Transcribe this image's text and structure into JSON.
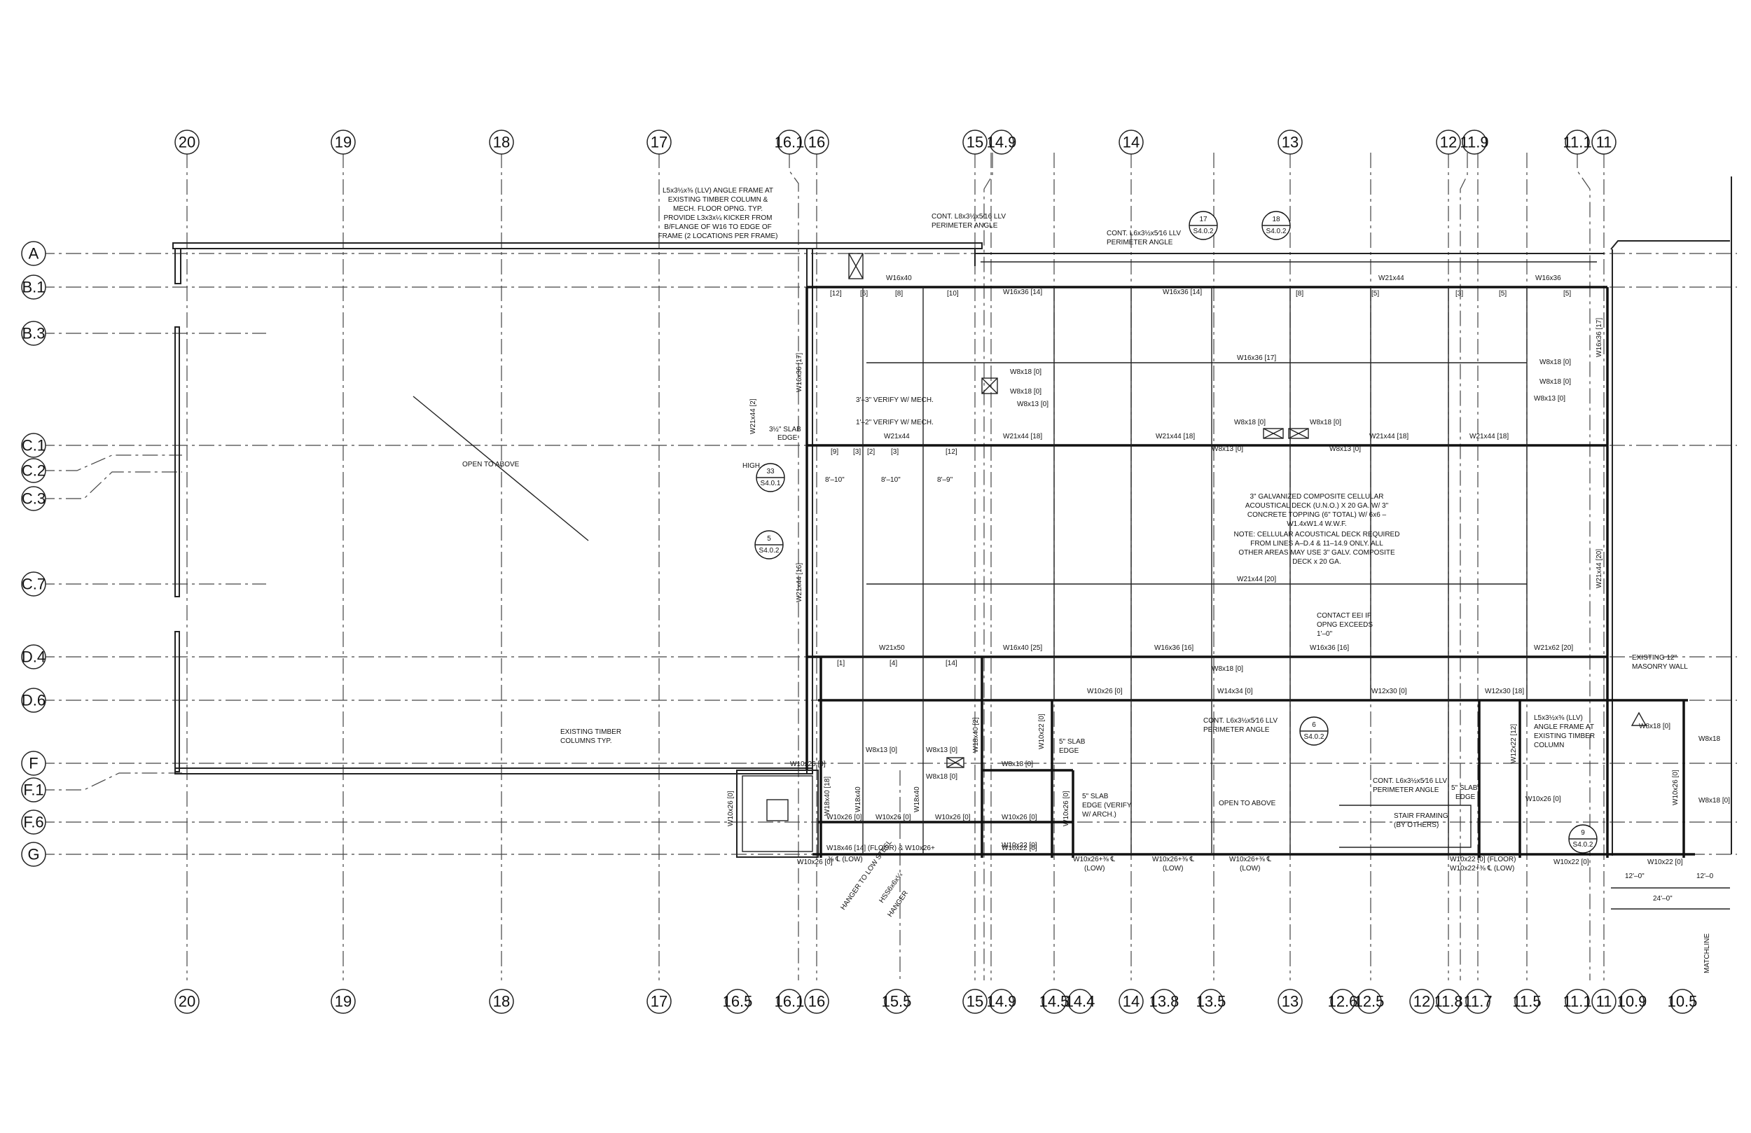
{
  "grid_top": [
    "20",
    "19",
    "18",
    "17",
    "16.1",
    "16",
    "15",
    "14.9",
    "14",
    "13",
    "12",
    "11.9",
    "11.1",
    "11"
  ],
  "grid_bottom": [
    "20",
    "19",
    "18",
    "17",
    "16.5",
    "16.1",
    "16",
    "15.5",
    "15",
    "14.9",
    "14.5",
    "14.4",
    "14",
    "13.8",
    "13.5",
    "13",
    "12.6",
    "12.5",
    "12",
    "11.8",
    "11.7",
    "11.5",
    "11.1",
    "11",
    "10.9",
    "10.5"
  ],
  "grid_rows": [
    "A",
    "B.1",
    "B.3",
    "C.1",
    "C.2",
    "C.3",
    "C.7",
    "D.4",
    "D.6",
    "F",
    "F.1",
    "F.6",
    "G"
  ],
  "notes": {
    "angle_frame": [
      "L5x3½x⅜ (LLV) ANGLE FRAME AT",
      "EXISTING TIMBER COLUMN &",
      "MECH. FLOOR OPNG. TYP.",
      "PROVIDE L3x3x¼ KICKER FROM",
      "B/FLANGE OF W16 TO EDGE OF",
      "FRAME (2 LOCATIONS PER FRAME)"
    ],
    "cont_angle_1": [
      "CONT. L8x3½x5⁄16 LLV",
      "PERIMETER ANGLE"
    ],
    "cont_angle_2": [
      "CONT. L6x3½x5⁄16 LLV",
      "PERIMETER ANGLE"
    ],
    "open_to_above": "OPEN TO ABOVE",
    "open_to_above_2": "OPEN TO ABOVE",
    "existing_timber": [
      "EXISTING TIMBER",
      "COLUMNS TYP."
    ],
    "deck_note": [
      "3\" GALVANIZED COMPOSITE CELLULAR",
      "ACOUSTICAL DECK (U.N.O.) X 20 GA. W/ 3\"",
      "CONCRETE TOPPING (6\" TOTAL) W/ 6x6 –",
      "W1.4xW1.4 W.W.F.",
      "NOTE: CELLULAR ACOUSTICAL DECK REQUIRED",
      "FROM LINES A–D.4 & 11–14.9 ONLY. ALL",
      "OTHER AREAS MAY USE 3\" GALV. COMPOSITE",
      "DECK x 20 GA."
    ],
    "contact_eei": [
      "CONTACT EEI IF",
      "OPNG EXCEEDS",
      "1'–0\""
    ],
    "cont_angle_3": [
      "CONT. L6x3½x5⁄16 LLV",
      "PERIMETER ANGLE"
    ],
    "cont_angle_4": [
      "CONT. L6x3½x5⁄16 LLV",
      "PERIMETER ANGLE"
    ],
    "stair_framing": [
      "STAIR FRAMING",
      "(BY OTHERS)"
    ],
    "existing_masonry": [
      "EXISTING 12\"",
      "MASONRY WALL"
    ],
    "angle_frame_2": [
      "L5x3½x⅜ (LLV)",
      "ANGLE FRAME AT",
      "EXISTING TIMBER",
      "COLUMN"
    ],
    "verify_1": "3'–3\" VERIFY W/ MECH.",
    "verify_2": "1'–2\" VERIFY W/ MECH.",
    "slab_edge_1": [
      "3½\" SLAB",
      "EDGE"
    ],
    "slab_edge_2": [
      "5\" SLAB",
      "EDGE"
    ],
    "slab_edge_3": [
      "5\" SLAB",
      "EDGE (VERIFY",
      "W/ ARCH.)"
    ],
    "slab_edge_4": [
      "5\" SLAB",
      "EDGE"
    ],
    "high": "HIGH",
    "dim_8_10a": "8'–10\"",
    "dim_8_10b": "8'–10\"",
    "dim_8_9": "8'–9\"",
    "dim_12a": "12'–0\"",
    "dim_12b": "12'–0",
    "dim_24": "24'–0\"",
    "hanger": [
      "HANGER TO LOW STEEL"
    ],
    "hanger_2": [
      "HSS6x6x¼",
      "HANGER"
    ],
    "side_label": "MATCHLINE"
  },
  "sections": [
    {
      "num": "17",
      "sheet": "S4.0.2"
    },
    {
      "num": "18",
      "sheet": "S4.0.2"
    },
    {
      "num": "33",
      "sheet": "S4.0.1"
    },
    {
      "num": "5",
      "sheet": "S4.0.2"
    },
    {
      "num": "6",
      "sheet": "S4.0.2"
    },
    {
      "num": "9",
      "sheet": "S4.0.2"
    }
  ],
  "beams": {
    "a_row": [
      "W16x40",
      "W16x36 [14]",
      "W16x36 [14]",
      "W21x44",
      "W16x36"
    ],
    "a_counts": [
      "[12]",
      "[6]",
      "[8]",
      "[10]",
      "[8]",
      "[5]",
      "[3]",
      "[5]",
      "[5]"
    ],
    "c1_row": [
      "W21x44",
      "W21x44 [18]",
      "W21x44 [18]",
      "W21x44 [18]",
      "W21x44 [18]"
    ],
    "c1_counts": [
      "[9]",
      "[3]",
      "[2]",
      "[3]",
      "[12]"
    ],
    "w16_17": "W16x36 [17]",
    "w21_20": "W21x44 [20]",
    "d4_row": [
      "W21x50",
      "W16x40 [25]",
      "W16x36 [16]",
      "W16x36 [16]",
      "W21x62 [20]"
    ],
    "d4_counts": [
      "[1]",
      "[4]",
      "[14]"
    ],
    "d4_w8": "W8x18 [0]",
    "d6_row": [
      "W10x26 [0]",
      "W14x34 [0]",
      "W12x30 [0]",
      "W12x30 [18]"
    ],
    "g_row": [
      "W18x46 [14] (FLOOR) & W10x26+",
      "⅜ ℄ (LOW)",
      "W10x22 [0]",
      "W10x26+⅜ ℄",
      "(LOW)",
      "W10x26+⅜ ℄",
      "(LOW)",
      "W10x26+⅜ ℄",
      "(LOW)",
      "W10x22 [0] (FLOOR)",
      "W10x22+⅜ ℄ (LOW)",
      "W10x22 [0]",
      "W10x22 [0]",
      "W10x26 [0]"
    ],
    "mid_w8": [
      "W8x18 [0]",
      "W8x18 [0]",
      "W8x13 [0]",
      "W8x18 [0]",
      "W8x13 [0]",
      "W8x13 [0]",
      "W8x18 [0]",
      "W8x18 [0]",
      "W8x13 [0]",
      "W8x18 [0]",
      "W8x13 [0]"
    ],
    "vert_1": "W16x36 [17]",
    "vert_2": "W21x44 [2]",
    "vert_3": "W21x44 [16]",
    "vert_4": "W16x36 [17]",
    "vert_5": "W21x44 [20]",
    "misc": [
      "W8x13 [0]",
      "W8x18 [0]",
      "W8x18 [0]",
      "W10x26 [0]",
      "W10x26 [0]",
      "W10x26 [0]",
      "W10x26 [0]",
      "W10x22 [0]",
      "W10x26 [0]",
      "W10x26 [0]",
      "W10x26 [0]",
      "W18x40 [18]",
      "W18x40",
      "W18x40",
      "W18x40 [2]",
      "W10x22 [0]",
      "W12x22 [12]",
      "W10x26 [0]",
      "W8x18",
      "W8x18 [0]",
      "W10x26 [0]",
      "W8x18 [0]"
    ]
  }
}
